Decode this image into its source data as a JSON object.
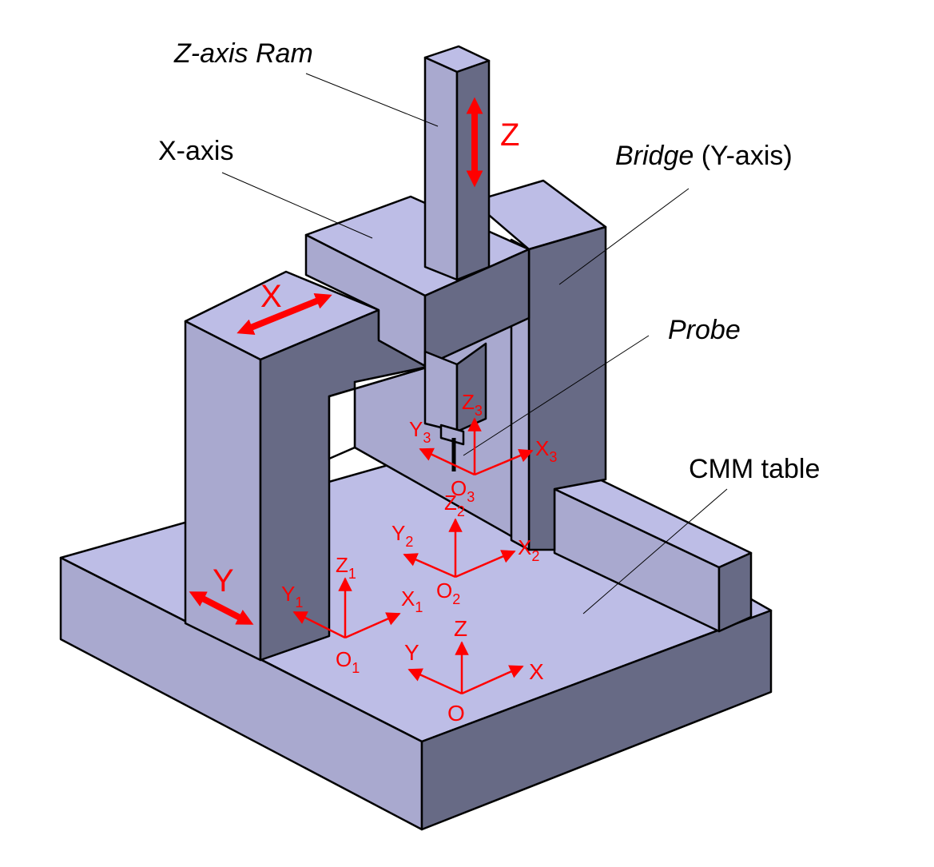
{
  "labels": {
    "z_axis_ram": "Z-axis Ram",
    "x_axis": "X-axis",
    "bridge": "Bridge",
    "bridge_suffix": " (Y-axis)",
    "probe": "Probe",
    "cmm_table": "CMM table"
  },
  "motion": {
    "x": "X",
    "y": "Y",
    "z": "Z"
  },
  "frames": {
    "base": {
      "x": "X",
      "y": "Y",
      "z": "Z",
      "o": "O",
      "sub": ""
    },
    "f1": {
      "x": "X",
      "y": "Y",
      "z": "Z",
      "o": "O",
      "sub": "1"
    },
    "f2": {
      "x": "X",
      "y": "Y",
      "z": "Z",
      "o": "O",
      "sub": "2"
    },
    "f3": {
      "x": "X",
      "y": "Y",
      "z": "Z",
      "o": "O",
      "sub": "3"
    }
  },
  "colors": {
    "face_top": "#bdbde6",
    "face_left": "#a9a9cf",
    "face_right": "#676a85",
    "annotation": "#ff0000"
  }
}
